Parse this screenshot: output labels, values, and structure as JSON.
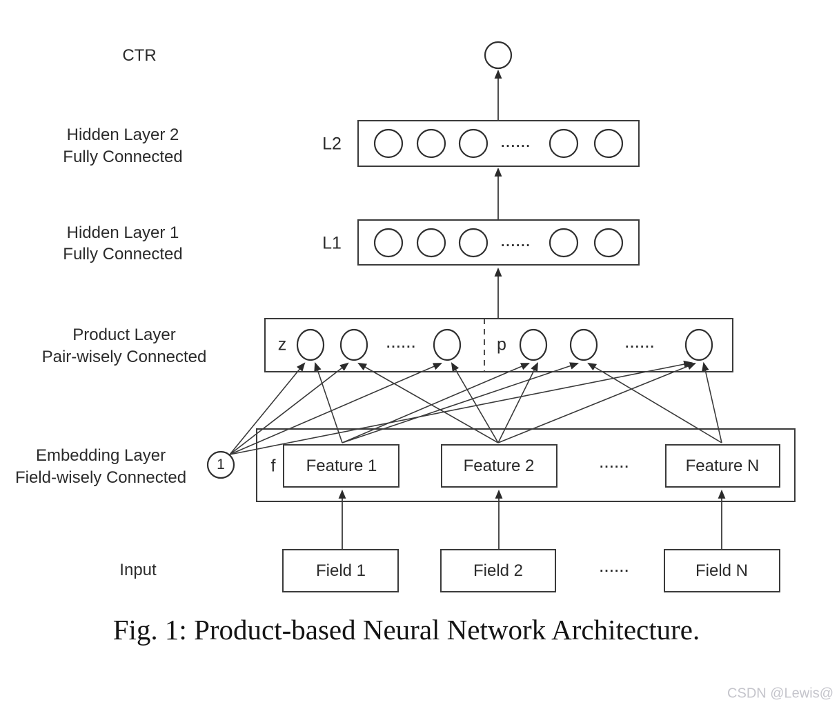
{
  "figure": {
    "output_label": "CTR",
    "side_labels": [
      {
        "line1": "Hidden Layer 2",
        "line2": "Fully Connected"
      },
      {
        "line1": "Hidden Layer 1",
        "line2": "Fully Connected"
      },
      {
        "line1": "Product Layer",
        "line2": "Pair-wisely Connected"
      },
      {
        "line1": "Embedding Layer",
        "line2": "Field-wisely Connected"
      },
      {
        "line1": "Input",
        "line2": ""
      }
    ],
    "layer_tags": {
      "l2": "L2",
      "l1": "L1",
      "z": "z",
      "p": "p",
      "f": "f",
      "bias": "1"
    },
    "ellipsis": "......",
    "features": [
      "Feature 1",
      "Feature 2",
      "Feature N"
    ],
    "fields": [
      "Field 1",
      "Field 2",
      "Field N"
    ],
    "caption": "Fig. 1: Product-based Neural Network Architecture.",
    "watermark": "CSDN @Lewis@",
    "colors": {
      "ink": "#2b2b2b",
      "line": "#3a3a3a",
      "watermark": "#c4c4cb"
    }
  }
}
